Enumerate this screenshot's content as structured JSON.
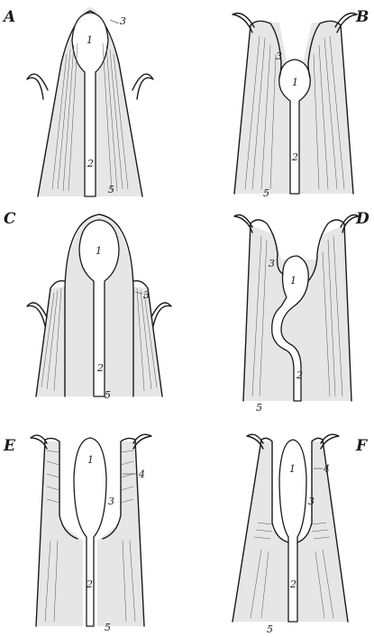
{
  "panels": [
    {
      "letter": "A",
      "labels": {
        "head": "1",
        "stalk": "2",
        "sheath": "3",
        "base": "5"
      }
    },
    {
      "letter": "B",
      "labels": {
        "head": "1",
        "stalk": "2",
        "sheath": "3",
        "base": "5"
      }
    },
    {
      "letter": "C",
      "labels": {
        "head": "1",
        "stalk": "2",
        "sheath": "3",
        "base": "5"
      }
    },
    {
      "letter": "D",
      "labels": {
        "head": "1",
        "stalk": "2",
        "sheath": "3",
        "base": "5"
      }
    },
    {
      "letter": "E",
      "labels": {
        "head": "1",
        "stalk": "2",
        "sheath": "3",
        "ridge": "4",
        "base": "5"
      }
    },
    {
      "letter": "F",
      "labels": {
        "head": "1",
        "stalk": "2",
        "sheath": "3",
        "ridge": "4",
        "base": "5"
      }
    }
  ],
  "colors": {
    "ink": "#1a1a1a",
    "shade": "#e6e6e6",
    "background": "#ffffff"
  }
}
